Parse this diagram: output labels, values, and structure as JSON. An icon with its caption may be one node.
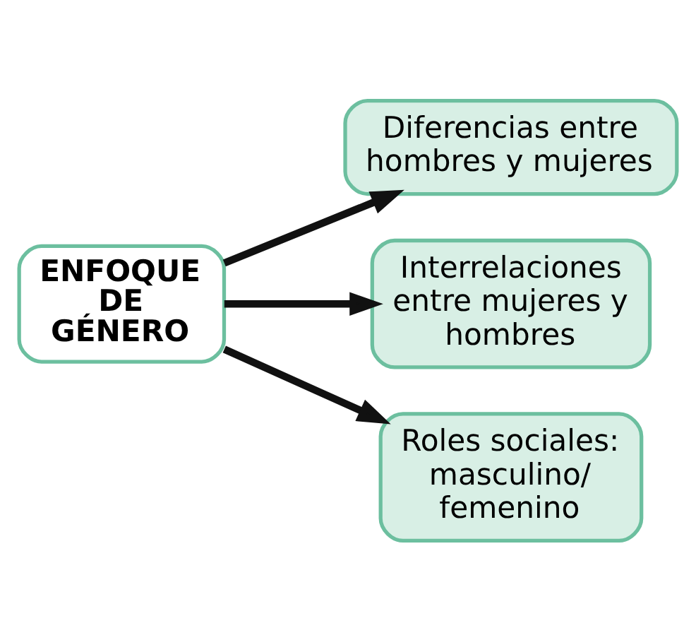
{
  "diagram": {
    "nodes": [
      {
        "text": [
          "ENFOQUE DE GÉNERO"
        ]
      },
      {
        "text": [
          "Diferencias entre hombres y mujeres"
        ]
      },
      {
        "text": [
          "Interrelaciones entre mujeres y hombres"
        ]
      },
      {
        "text": [
          "Roles sociales: masculino/ femenino"
        ]
      }
    ],
    "edges": [
      {
        "from": 0,
        "to": 1,
        "arrow": "to"
      },
      {
        "from": 0,
        "to": 2,
        "arrow": "to"
      },
      {
        "from": 0,
        "to": 3,
        "arrow": "to"
      }
    ]
  }
}
